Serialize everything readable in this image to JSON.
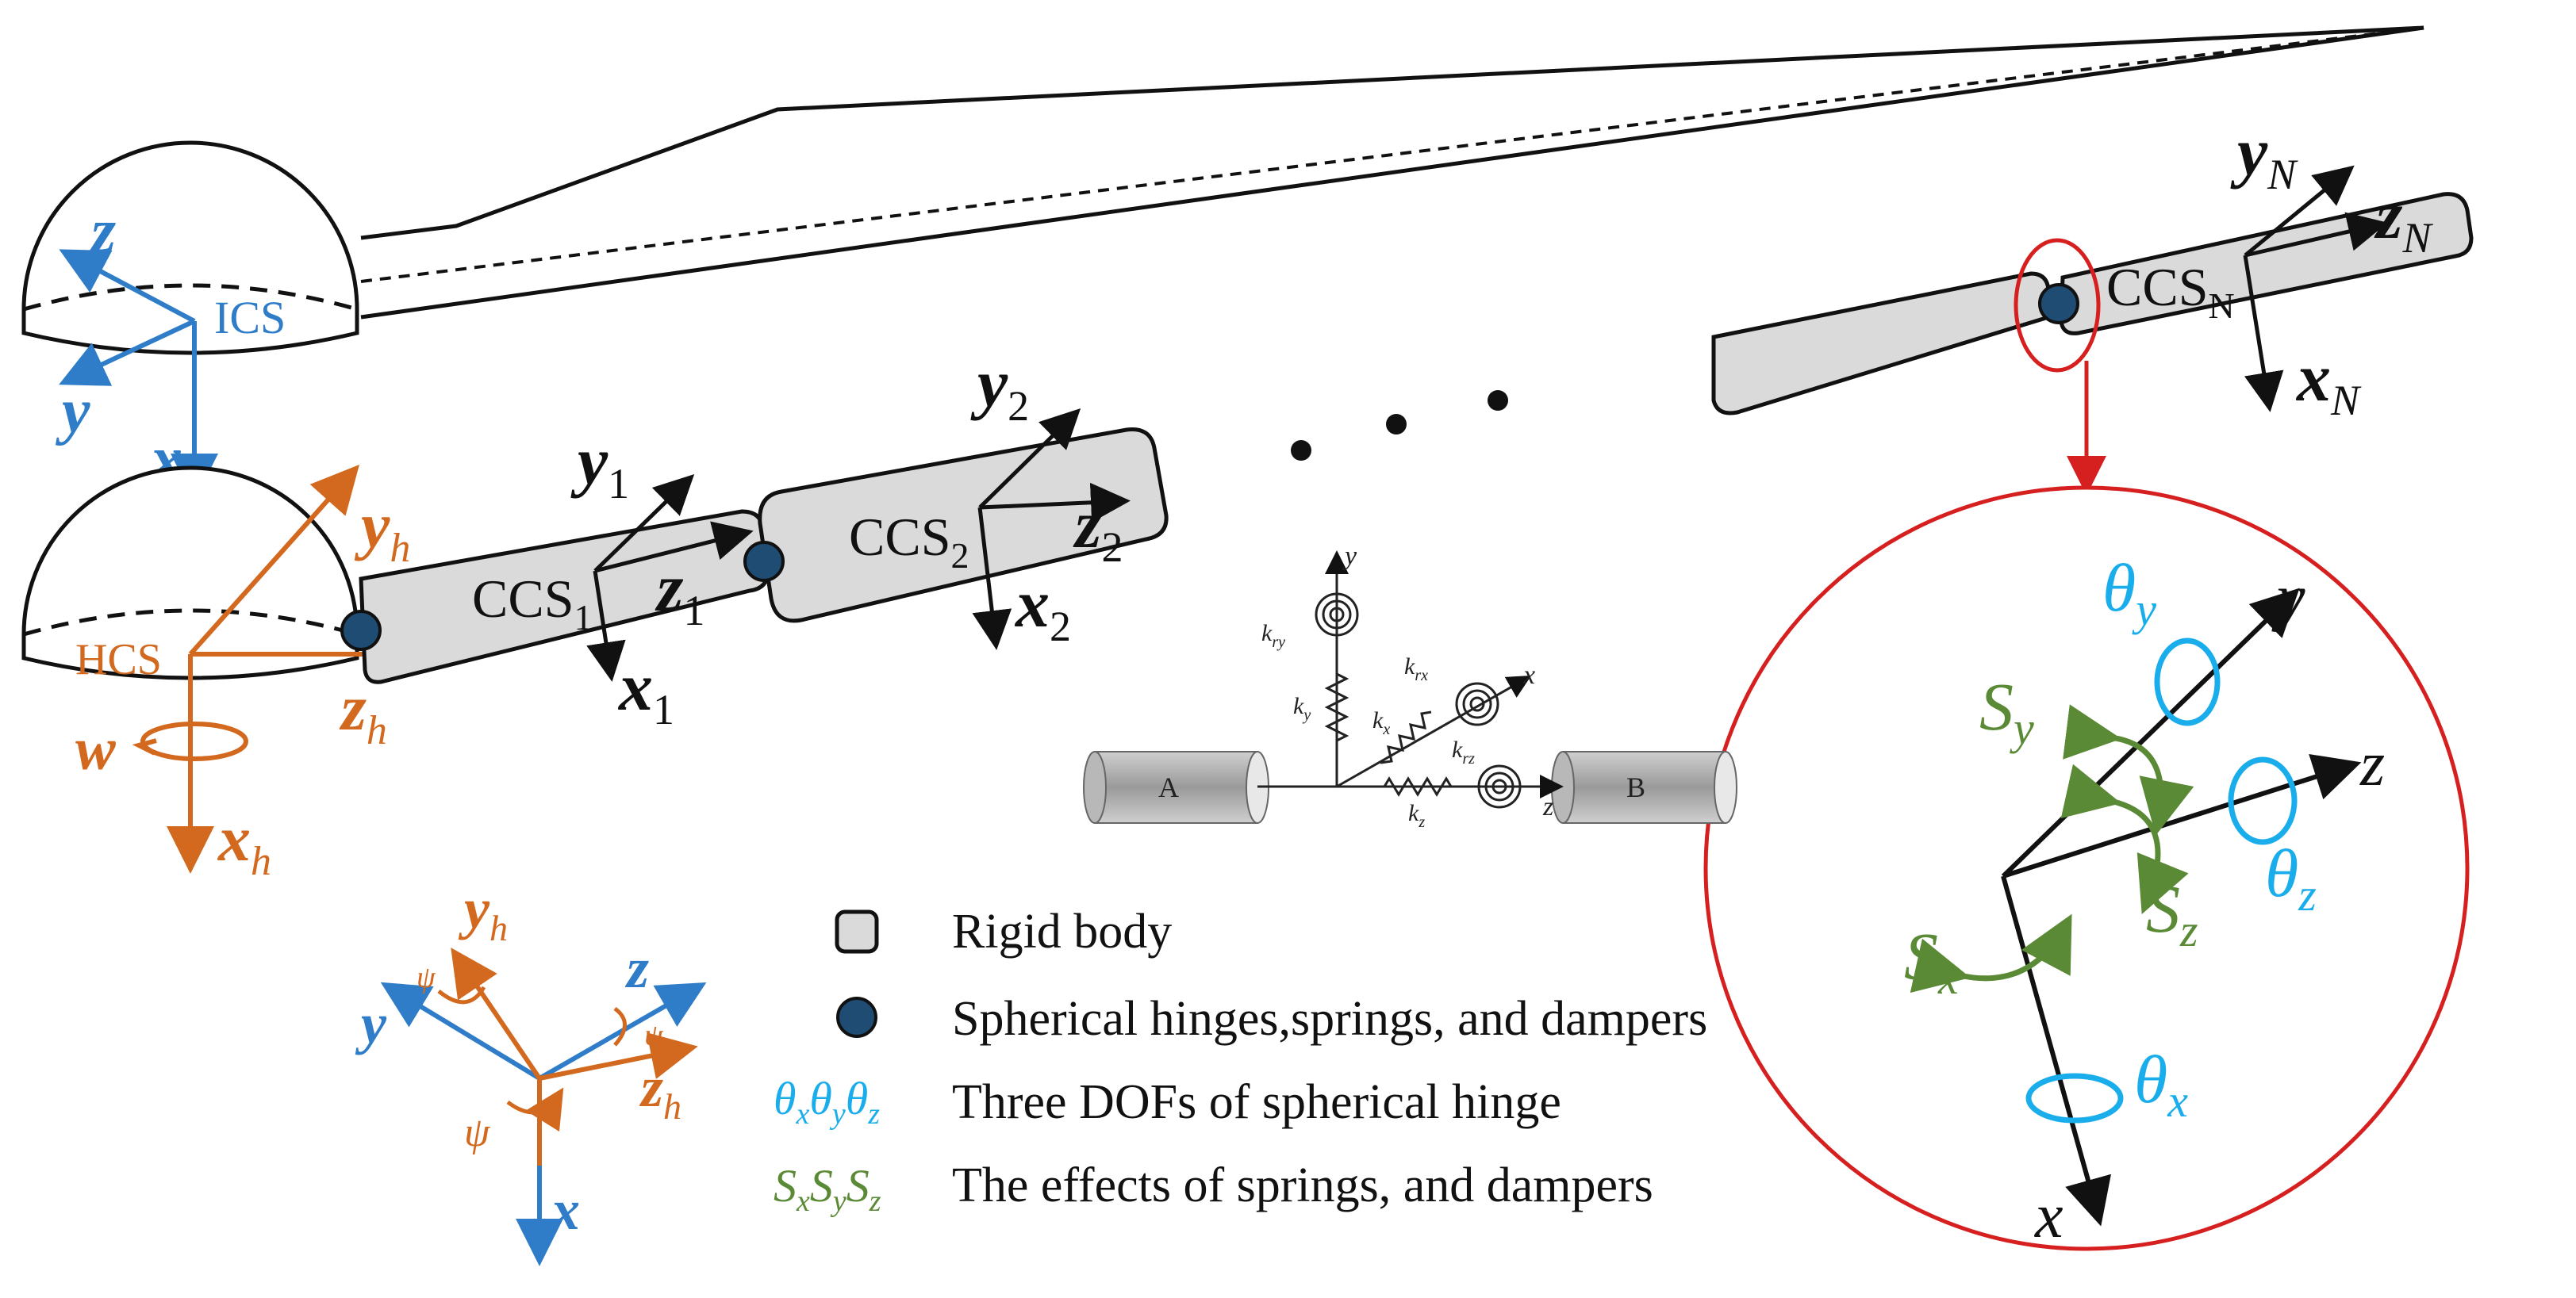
{
  "colors": {
    "blue": "#2F7DC8",
    "orange": "#D2691E",
    "cyan": "#1AADEB",
    "green": "#5A8A35",
    "red": "#D62020",
    "navy": "#1E4C72",
    "black": "#111111",
    "rigid_fill": "#DADADA"
  },
  "frames": {
    "ics": {
      "name": "ICS",
      "x": "x",
      "y": "y",
      "z": "z"
    },
    "hcs": {
      "name": "HCS",
      "x": "x",
      "y": "y",
      "z": "z",
      "sub": "h",
      "w": "w"
    },
    "ccs1": {
      "name": "CCS",
      "sub": "1",
      "x": "x",
      "y": "y",
      "z": "z"
    },
    "ccs2": {
      "name": "CCS",
      "sub": "2",
      "x": "x",
      "y": "y",
      "z": "z"
    },
    "ccsn": {
      "name": "CCS",
      "sub": "N",
      "x": "x",
      "y": "y",
      "z": "z"
    }
  },
  "joint_model": {
    "body_a": "A",
    "body_b": "B",
    "axes": {
      "x": "x",
      "y": "y",
      "z": "z"
    },
    "springs": {
      "kx": "k",
      "kx_sub": "x",
      "ky": "k",
      "ky_sub": "y",
      "kz": "k",
      "kz_sub": "z",
      "krx": "k",
      "krx_sub": "rx",
      "kry": "k",
      "kry_sub": "ry",
      "krz": "k",
      "krz_sub": "rz"
    }
  },
  "rotation_diagram": {
    "x": "x",
    "y": "y",
    "z": "z",
    "h": "h",
    "psi": "ψ"
  },
  "detail": {
    "x": "x",
    "y": "y",
    "z": "z",
    "theta": "θ",
    "S": "S",
    "sx": "x",
    "sy": "y",
    "sz": "z"
  },
  "legend": [
    {
      "symbol": "rigid-box",
      "label": "Rigid body"
    },
    {
      "symbol": "hinge-dot",
      "label": "Spherical hinges,springs, and dampers"
    },
    {
      "symbol": "θxθyθz",
      "label": "Three DOFs of spherical hinge"
    },
    {
      "symbol": "SxSySz",
      "label": "The effects of springs, and dampers"
    }
  ],
  "legend_symbols": {
    "theta": "θ",
    "S": "S",
    "x": "x",
    "y": "y",
    "z": "z"
  }
}
